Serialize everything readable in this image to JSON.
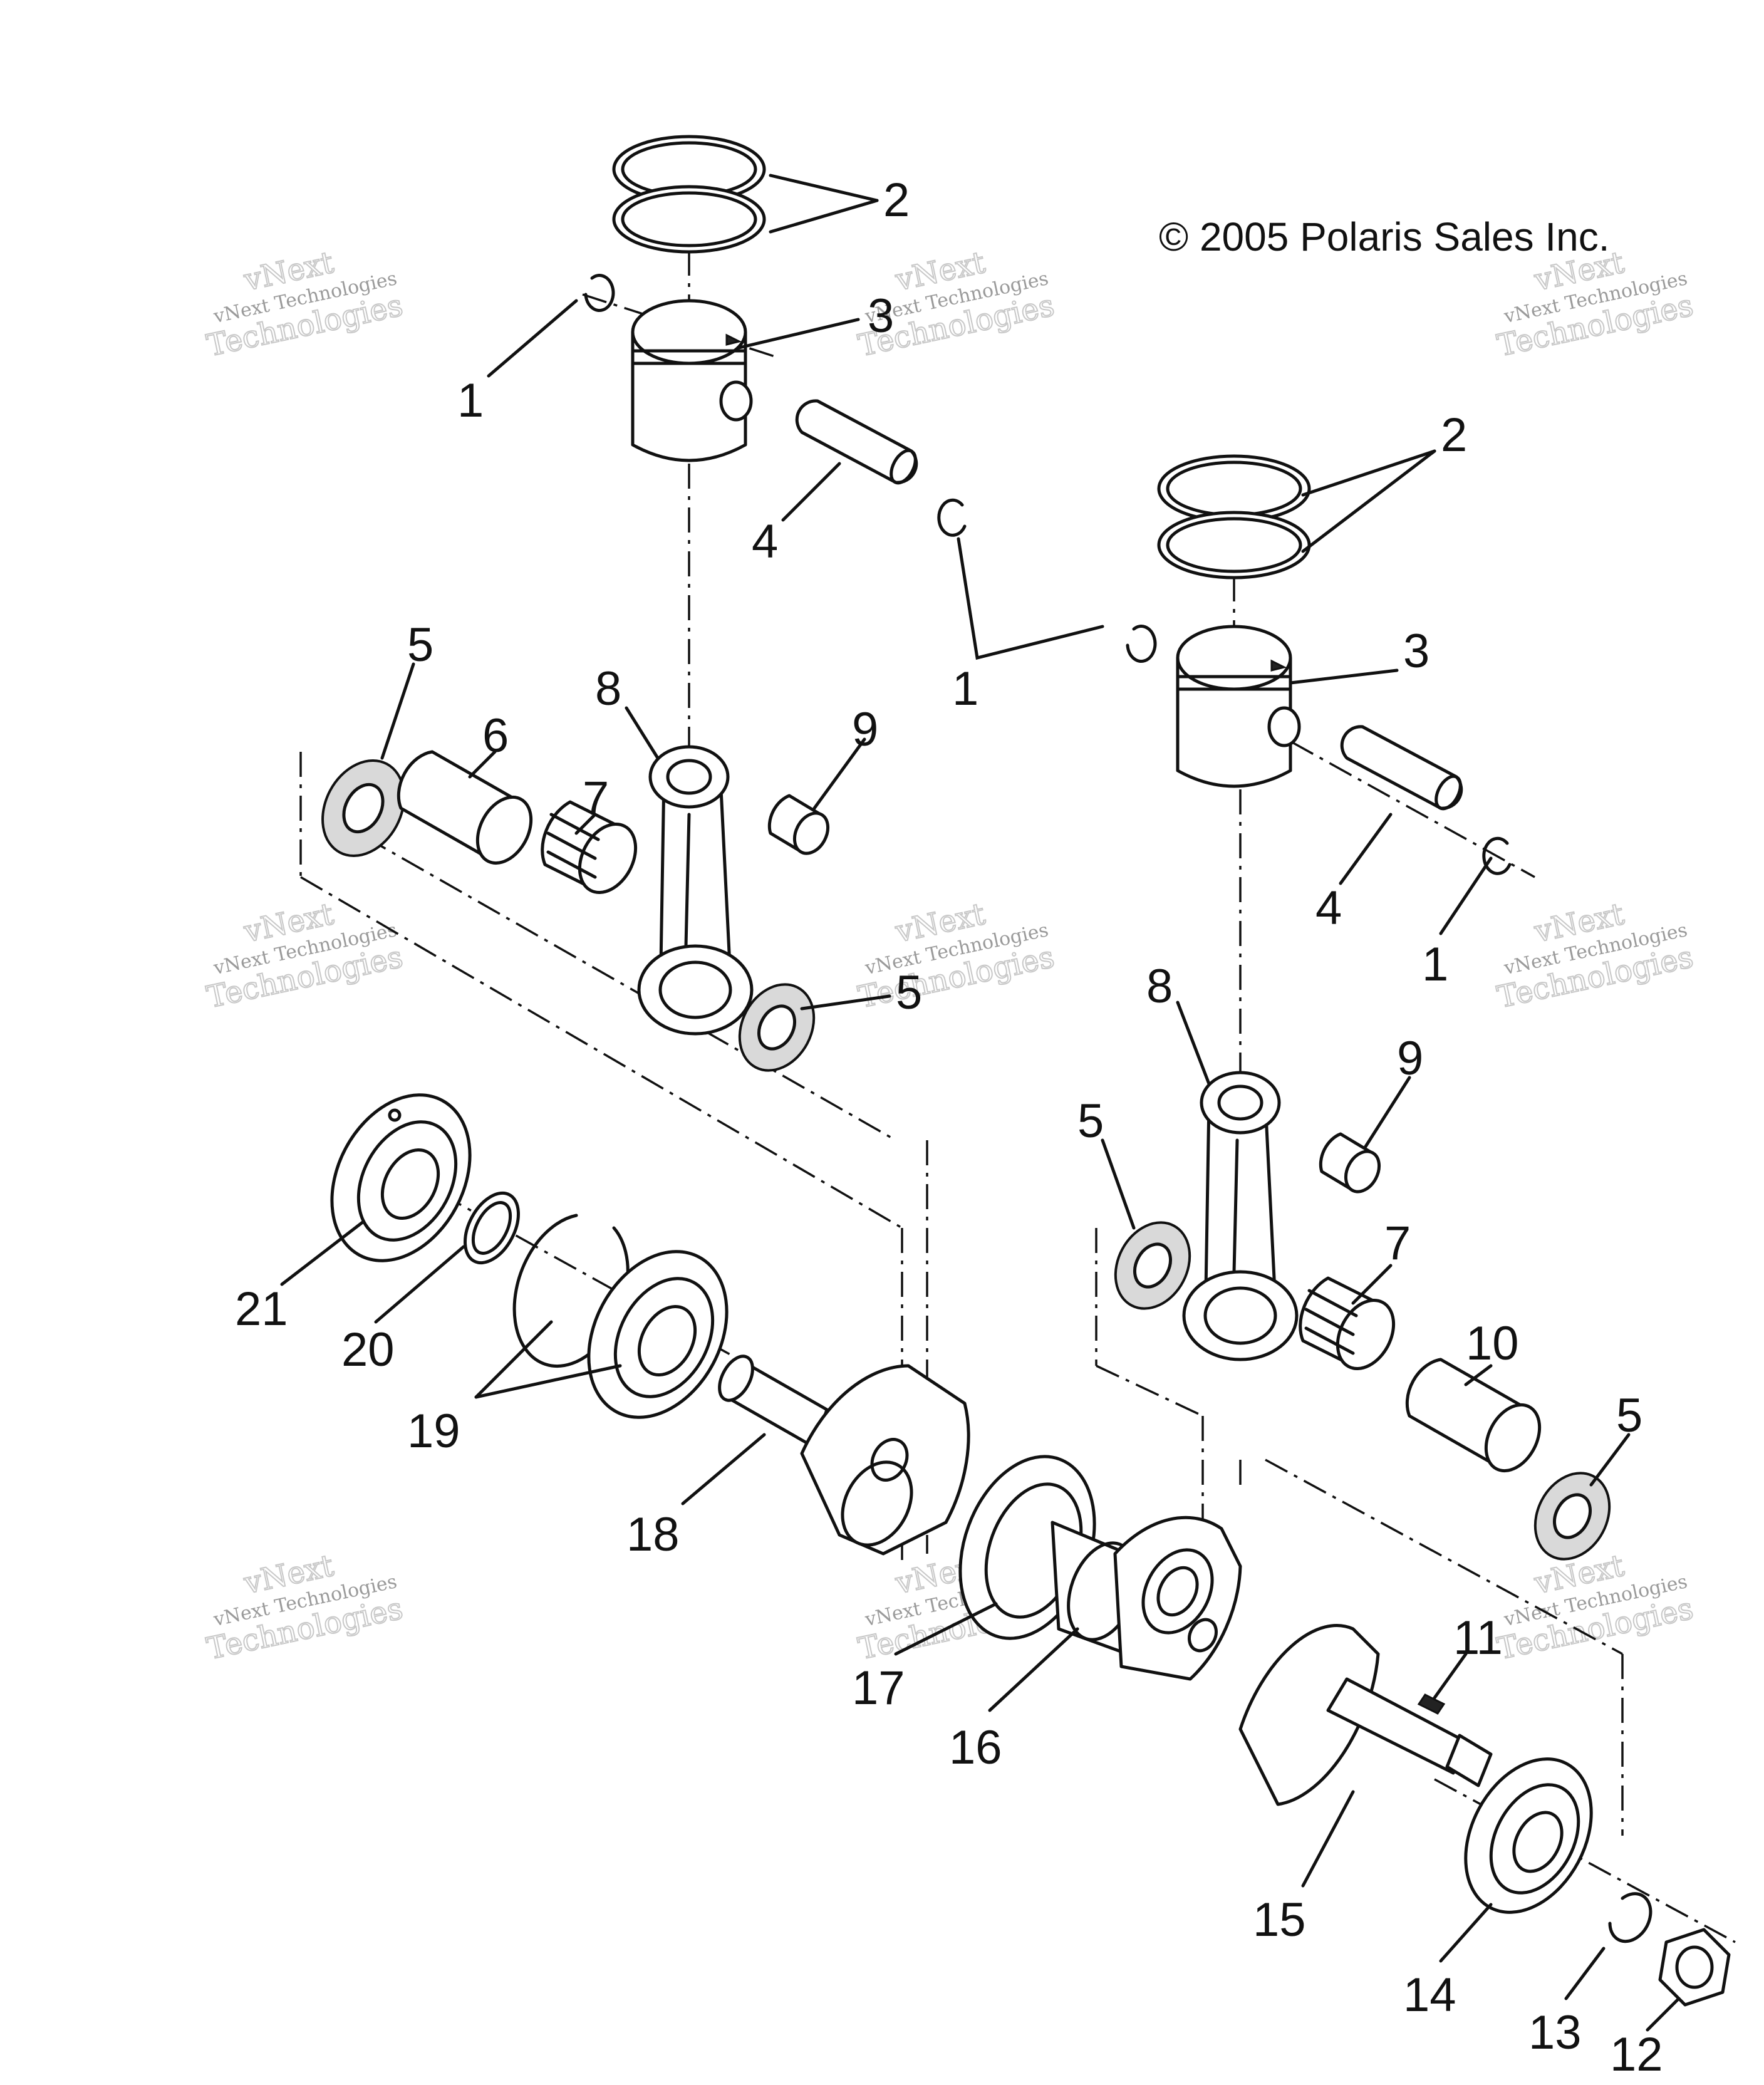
{
  "copyright": "© 2005 Polaris Sales Inc.",
  "watermark": {
    "brand": "vNext",
    "name": "vNext Technologies",
    "brand_tail": "Technologies"
  },
  "callouts": [
    "1",
    "2",
    "3",
    "4",
    "5",
    "6",
    "7",
    "8",
    "9",
    "10",
    "11",
    "12",
    "13",
    "14",
    "15",
    "16",
    "17",
    "18",
    "19",
    "20",
    "21"
  ],
  "colors": {
    "line": "#111111",
    "background": "#ffffff",
    "watermark": "#c8c8c8"
  }
}
